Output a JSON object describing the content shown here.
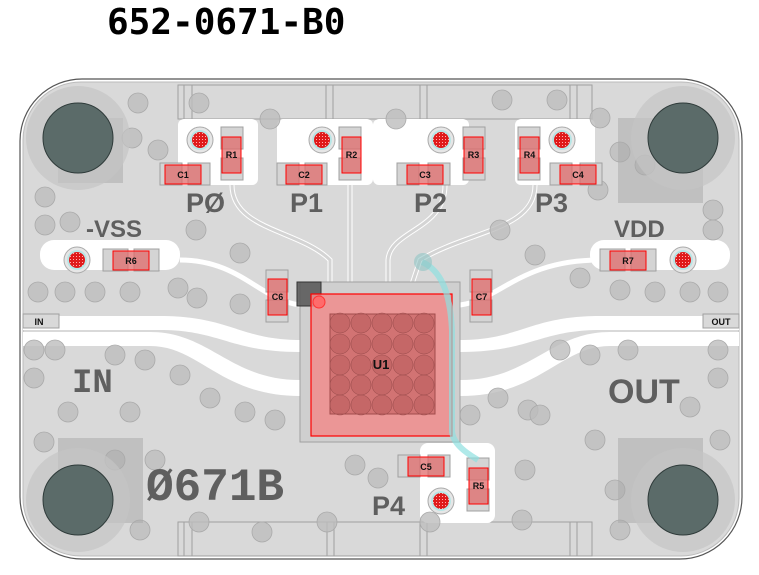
{
  "title": "652-0671-B0",
  "board": {
    "silkscreen": {
      "p0": "PØ",
      "p1": "P1",
      "p2": "P2",
      "p3": "P3",
      "p4": "P4",
      "vss": "-VSS",
      "vdd": "VDD",
      "in": "IN",
      "out": "OUT",
      "part_code": "Ø671B"
    },
    "ports": {
      "in": "IN",
      "out": "OUT"
    },
    "components": {
      "r1": "R1",
      "r2": "R2",
      "r3": "R3",
      "r4": "R4",
      "r5": "R5",
      "r6": "R6",
      "r7": "R7",
      "c1": "C1",
      "c2": "C2",
      "c3": "C3",
      "c4": "C4",
      "c5": "C5",
      "c6": "C6",
      "c7": "C7",
      "u1": "U1"
    },
    "colors": {
      "board": "#d9d9d9",
      "copper_outline": "#a0a0a0",
      "component": "#e06b6b",
      "component_outline": "#ff0000",
      "mounting_hole": "#5b6b69",
      "via": "#bdbdbd",
      "silkscreen": "#5f5f5f",
      "jumper": "#8fe0e0"
    }
  }
}
